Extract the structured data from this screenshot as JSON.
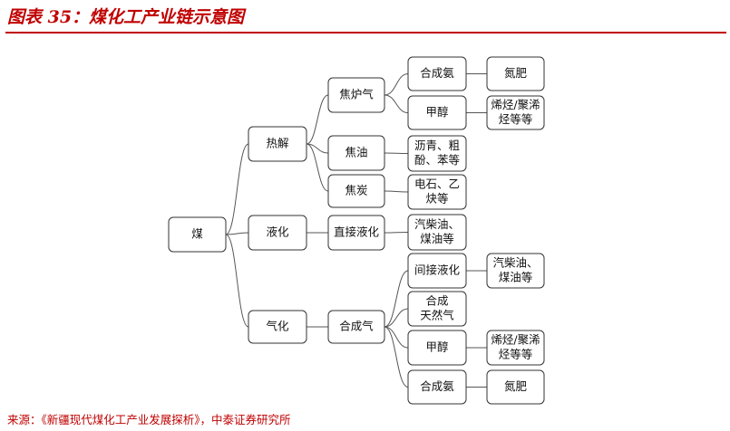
{
  "title": "图表 35：煤化工产业链示意图",
  "source": "来源：《新疆现代煤化工产业发展探析》，中泰证券研究所",
  "diagram": {
    "nodes": [
      {
        "id": "coal",
        "lines": [
          "煤"
        ]
      },
      {
        "id": "pyrolysis",
        "lines": [
          "热解"
        ]
      },
      {
        "id": "liquefaction",
        "lines": [
          "液化"
        ]
      },
      {
        "id": "gasification",
        "lines": [
          "气化"
        ]
      },
      {
        "id": "coke-oven-gas",
        "lines": [
          "焦炉气"
        ]
      },
      {
        "id": "tar",
        "lines": [
          "焦油"
        ]
      },
      {
        "id": "coke",
        "lines": [
          "焦炭"
        ]
      },
      {
        "id": "direct-liquefaction",
        "lines": [
          "直接液化"
        ]
      },
      {
        "id": "syngas",
        "lines": [
          "合成气"
        ]
      },
      {
        "id": "synthetic-ammonia-1",
        "lines": [
          "合成氨"
        ]
      },
      {
        "id": "methanol-1",
        "lines": [
          "甲醇"
        ]
      },
      {
        "id": "asphalt-phenol-benzene",
        "lines": [
          "沥青、粗",
          "酚、苯等"
        ]
      },
      {
        "id": "calcium-carbide-acetylene",
        "lines": [
          "电石、乙",
          "炔等"
        ]
      },
      {
        "id": "diesel-naphtha-1",
        "lines": [
          "汽柴油、",
          "煤油等"
        ]
      },
      {
        "id": "indirect-liquefaction",
        "lines": [
          "间接液化"
        ]
      },
      {
        "id": "synthetic-natural-gas",
        "lines": [
          "合成",
          "天然气"
        ]
      },
      {
        "id": "methanol-2",
        "lines": [
          "甲醇"
        ]
      },
      {
        "id": "synthetic-ammonia-2",
        "lines": [
          "合成氨"
        ]
      },
      {
        "id": "nitrogen-fertilizer-1",
        "lines": [
          "氮肥"
        ]
      },
      {
        "id": "olefins-1",
        "lines": [
          "烯烃/聚浠",
          "烃等等"
        ]
      },
      {
        "id": "diesel-naphtha-2",
        "lines": [
          "汽柴油、",
          "煤油等"
        ]
      },
      {
        "id": "olefins-2",
        "lines": [
          "烯烃/聚浠",
          "烃等等"
        ]
      },
      {
        "id": "nitrogen-fertilizer-2",
        "lines": [
          "氮肥"
        ]
      }
    ],
    "edges": [
      [
        "coal",
        "pyrolysis"
      ],
      [
        "coal",
        "liquefaction"
      ],
      [
        "coal",
        "gasification"
      ],
      [
        "pyrolysis",
        "coke-oven-gas"
      ],
      [
        "pyrolysis",
        "tar"
      ],
      [
        "pyrolysis",
        "coke"
      ],
      [
        "liquefaction",
        "direct-liquefaction"
      ],
      [
        "gasification",
        "syngas"
      ],
      [
        "coke-oven-gas",
        "synthetic-ammonia-1"
      ],
      [
        "coke-oven-gas",
        "methanol-1"
      ],
      [
        "tar",
        "asphalt-phenol-benzene"
      ],
      [
        "coke",
        "calcium-carbide-acetylene"
      ],
      [
        "direct-liquefaction",
        "diesel-naphtha-1"
      ],
      [
        "syngas",
        "indirect-liquefaction"
      ],
      [
        "syngas",
        "synthetic-natural-gas"
      ],
      [
        "syngas",
        "methanol-2"
      ],
      [
        "syngas",
        "synthetic-ammonia-2"
      ],
      [
        "synthetic-ammonia-1",
        "nitrogen-fertilizer-1"
      ],
      [
        "methanol-1",
        "olefins-1"
      ],
      [
        "indirect-liquefaction",
        "diesel-naphtha-2"
      ],
      [
        "methanol-2",
        "olefins-2"
      ],
      [
        "synthetic-ammonia-2",
        "nitrogen-fertilizer-2"
      ]
    ]
  }
}
